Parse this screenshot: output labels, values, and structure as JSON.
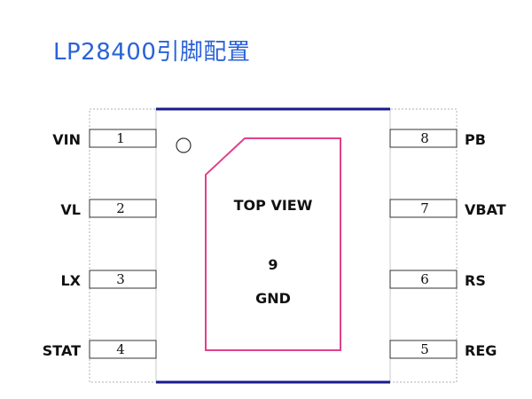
{
  "title": "LP28400引脚配置",
  "colors": {
    "title": "#2a63d8",
    "package_border": "#1a1a8c",
    "exposed_pad": "#e0418a",
    "pin": "#333333",
    "dashed_guide": "#b0b0b0"
  },
  "chip": {
    "view_label": "TOP VIEW",
    "pad_number": "9",
    "pad_name": "GND"
  },
  "left_pins": [
    {
      "number": "1",
      "name": "VIN"
    },
    {
      "number": "2",
      "name": "VL"
    },
    {
      "number": "3",
      "name": "LX"
    },
    {
      "number": "4",
      "name": "STAT"
    }
  ],
  "right_pins": [
    {
      "number": "8",
      "name": "PB"
    },
    {
      "number": "7",
      "name": "VBAT"
    },
    {
      "number": "6",
      "name": "RS"
    },
    {
      "number": "5",
      "name": "REG"
    }
  ]
}
